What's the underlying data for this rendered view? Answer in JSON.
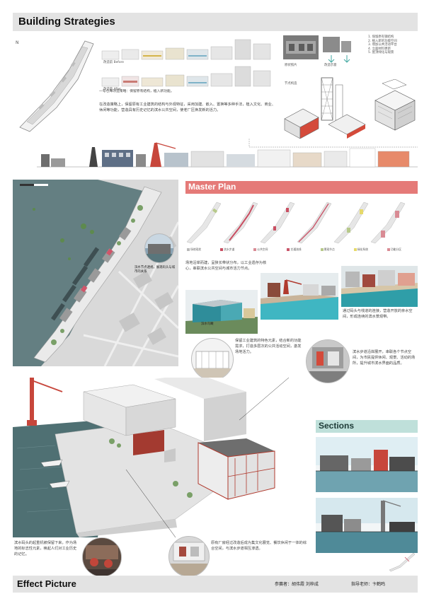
{
  "sections": {
    "building_strategies": "Building Strategies",
    "master_plan": "Master Plan",
    "sections": "Sections",
    "effect_picture": "Effect Picture"
  },
  "building": {
    "strip_label_1": "改造前 Before",
    "strip_label_2": "改造后 After",
    "caption_small": "一号仓库改造策略：保留原有结构，植入新功能。",
    "paragraph": "在改造策略上，保留原有工业建筑的结构与外观特征，采用加建、嵌入、置换等多种手法，植入文化、商业、休闲等功能，营造具有历史记忆的滨水公共空间，使老厂区焕发新的活力。",
    "detail_label_1": "原状照片",
    "detail_label_2": "改造示意",
    "detail_label_3": "节点构造",
    "right_notes": [
      "1. 保留原有钢结构",
      "2. 植入新的功能空间",
      "3. 增加公共活动平台",
      "4. 立面材料更新",
      "5. 屋顶绿化与观景"
    ]
  },
  "master": {
    "legend": [
      {
        "label": "场地现状",
        "color": "#b9b9b9"
      },
      {
        "label": "滨水步道",
        "color": "#c94f62"
      },
      {
        "label": "公共空间",
        "color": "#d98b94"
      },
      {
        "label": "交通流线",
        "color": "#c9566a"
      },
      {
        "label": "景观节点",
        "color": "#b7c98a"
      },
      {
        "label": "绿化系统",
        "color": "#e6d96a"
      },
      {
        "label": "功能分区",
        "color": "#d98b94"
      }
    ],
    "text_1": "场地沿岸而建，呈狭长带状分布，以工业遗存为核心，串联滨水公共空间与城市活力节点。",
    "label_view": "滨水鸟瞰",
    "text_2": "通过码头与栈道的连接，营造开放的亲水空间，形成连续的滨水景观带。",
    "text_3": "保留工业建筑的特色元素，结合新的功能需求，打造多层次的公共活动空间，激发场地活力。",
    "text_4": "滨水步道沿岸展开，串联各个节点空间，为市民提供休闲、观景、活动的场所，提升城市滨水界面的品质。",
    "map_note": "滨水节点透视，展现码头与城市的关系"
  },
  "effect": {
    "text_left": "滨水码头的起重机被保留下来，作为场地的标志性元素，唤起人们对工业历史的记忆。",
    "text_right": "原有厂房经过改造后成为集文化展览、餐饮休闲于一体的综合空间，与滨水步道相互渗透。",
    "credits": "参赛者：胡伟霞  刘梓成",
    "advisor": "指导老师：卞鹤鸣"
  },
  "colors": {
    "header_gray": "#e3e3e3",
    "master_red": "#e57a78",
    "sections_teal": "#bfe0da",
    "water": "#5f7f84",
    "site_red": "#c94f62"
  }
}
